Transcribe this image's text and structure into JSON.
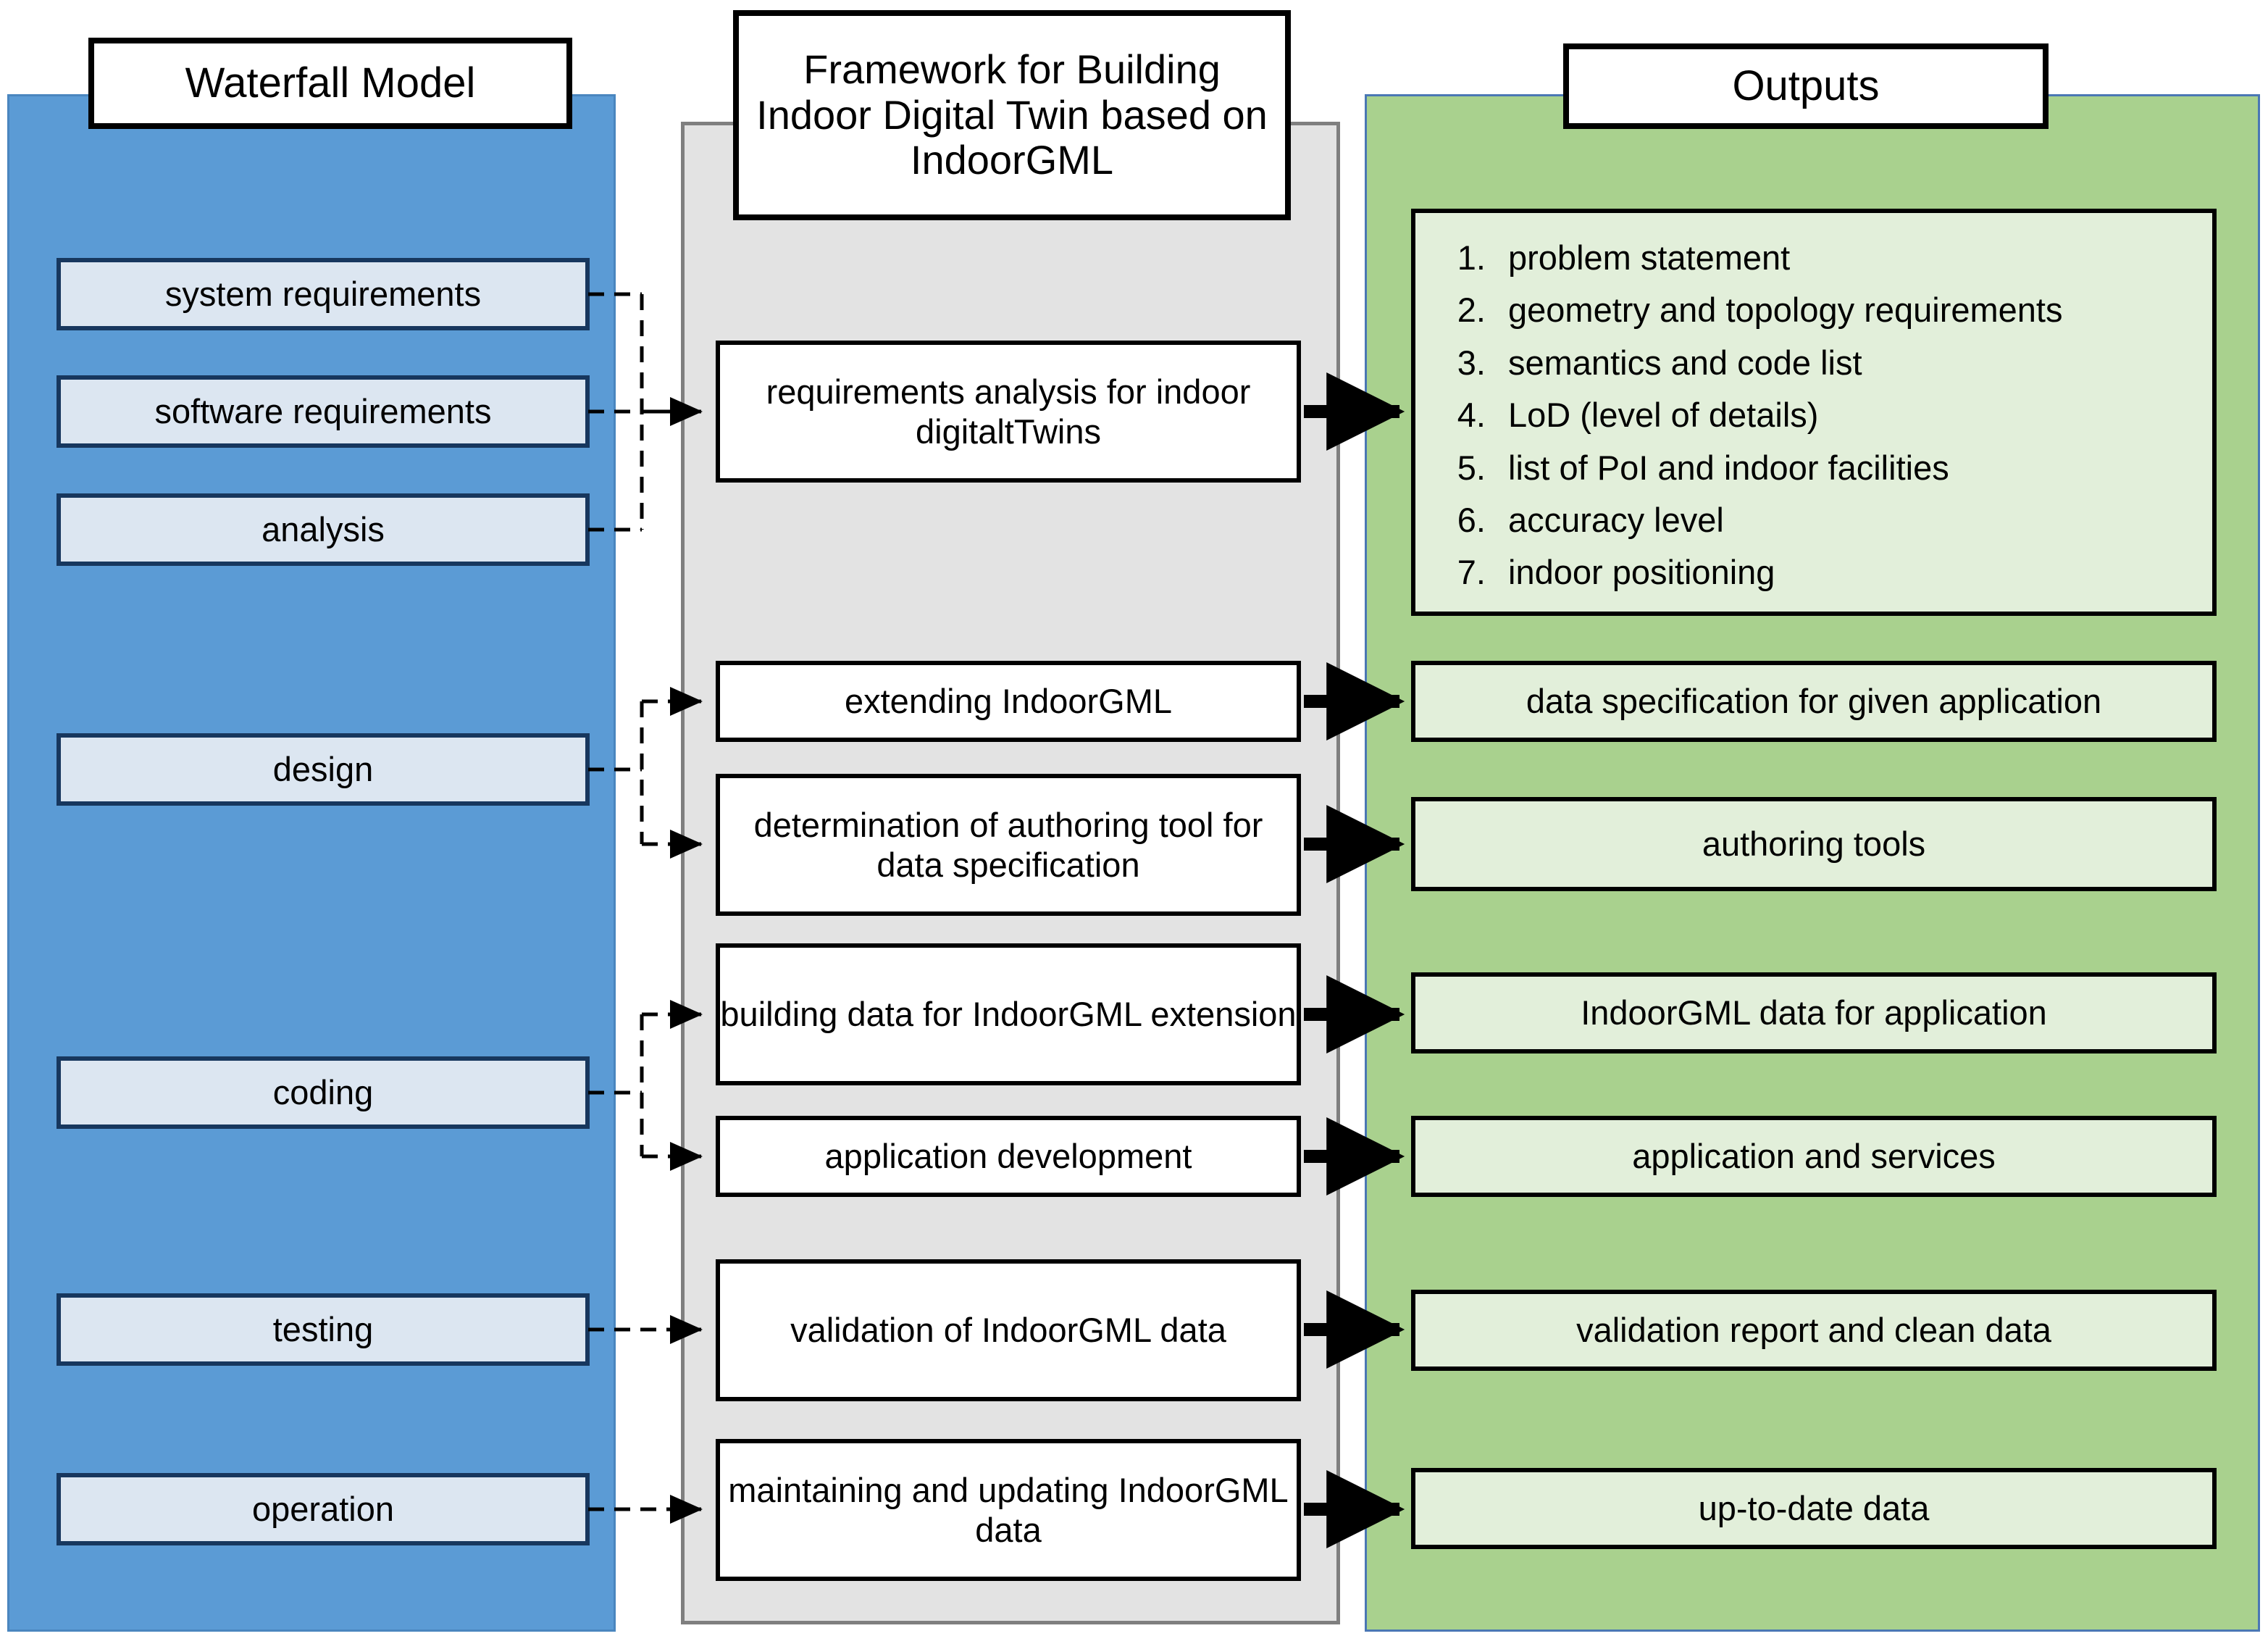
{
  "titles": {
    "waterfall": "Waterfall Model",
    "framework": "Framework for Building Indoor Digital Twin based on IndoorGML",
    "outputs": "Outputs"
  },
  "waterfall": {
    "phases": [
      {
        "label": "system requirements"
      },
      {
        "label": "software requirements"
      },
      {
        "label": "analysis"
      },
      {
        "label": "design"
      },
      {
        "label": "coding"
      },
      {
        "label": "testing"
      },
      {
        "label": "operation"
      }
    ]
  },
  "framework": {
    "steps": [
      {
        "label": "requirements analysis for indoor digitaltTwins"
      },
      {
        "label": "extending IndoorGML"
      },
      {
        "label": "determination of authoring tool for data specification"
      },
      {
        "label": "building data for IndoorGML extension"
      },
      {
        "label": "application development"
      },
      {
        "label": "validation of IndoorGML data"
      },
      {
        "label": "maintaining and updating IndoorGML data"
      }
    ]
  },
  "outputs": {
    "requirements_list": [
      "problem statement",
      "geometry and topology requirements",
      "semantics and code list",
      "LoD (level of details)",
      "list of PoI and indoor facilities",
      "accuracy level",
      "indoor positioning"
    ],
    "boxes": [
      {
        "label": "data specification for given application"
      },
      {
        "label": "authoring tools"
      },
      {
        "label": "IndoorGML data for application"
      },
      {
        "label": "application and services"
      },
      {
        "label": "validation report and clean data"
      },
      {
        "label": "up-to-date data"
      }
    ]
  },
  "colors": {
    "blue_panel": "#5b9bd5",
    "blue_box": "#dce6f1",
    "blue_box_border": "#17375e",
    "mid_panel": "#e3e3e3",
    "mid_panel_border": "#7f7f7f",
    "green_panel": "#a9d18e",
    "green_box": "#e2efda",
    "line": "#000000"
  }
}
